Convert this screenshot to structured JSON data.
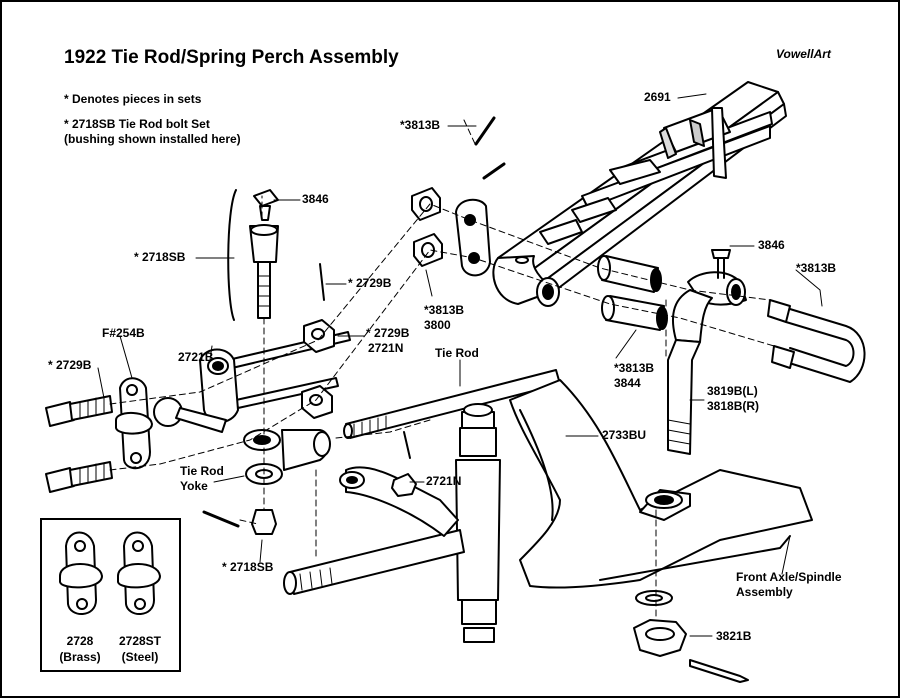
{
  "title": "1922 Tie Rod/Spring Perch Assembly",
  "credit": "VowellArt",
  "notes": [
    "* Denotes pieces in sets",
    "* 2718SB Tie Rod bolt Set",
    "(bushing shown installed here)"
  ],
  "labels": {
    "l2691": "2691",
    "l3813b_top": "*3813B",
    "l3846_left": "3846",
    "l3846_right": "3846",
    "l3813b_right": "*3813B",
    "l2718sb_bracket": "* 2718SB",
    "l2729b_mid": "* 2729B",
    "l3813b_plate": "*3813B",
    "l3800": "3800",
    "l2729b_nut": "* 2729B",
    "l2721n_top": "2721N",
    "lf254b": "F#254B",
    "l2721b": "2721B",
    "l2729b_left": "* 2729B",
    "l_tierod": "Tie Rod",
    "l3813b_bush": "*3813B",
    "l3844": "3844",
    "l3819bl": "3819B(L)",
    "l3818br": "3818B(R)",
    "l2733bu": "2733BU",
    "l_yoke_1": "Tie Rod",
    "l_yoke_2": "Yoke",
    "l2721n_bottom": "2721N",
    "l2718sb_bottom": "* 2718SB",
    "l_axle_1": "Front Axle/Spindle",
    "l_axle_2": "Assembly",
    "l3821b": "3821B"
  },
  "inset": {
    "brass_number": "2728",
    "brass_label": "(Brass)",
    "steel_number": "2728ST",
    "steel_label": "(Steel)"
  }
}
